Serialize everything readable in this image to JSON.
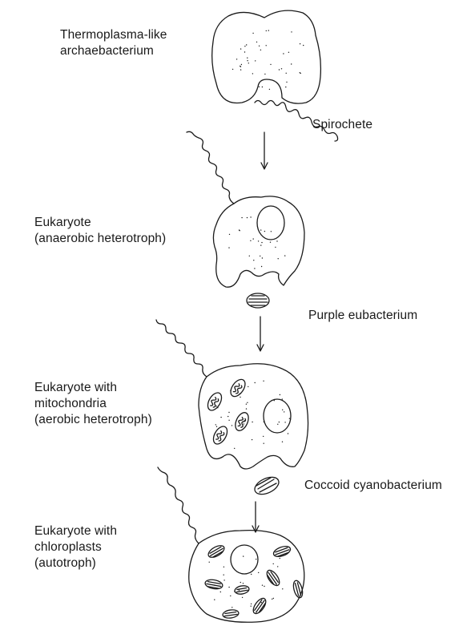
{
  "labels": {
    "archaebacterium": [
      "Thermoplasma-like",
      "archaebacterium"
    ],
    "spirochete": "Spirochete",
    "eukaryote_anaerobic": [
      "Eukaryote",
      "(anaerobic heterotroph)"
    ],
    "purple_eubacterium": "Purple eubacterium",
    "eukaryote_mitochondria": [
      "Eukaryote with",
      "mitochondria",
      "(aerobic heterotroph)"
    ],
    "coccoid_cyanobacterium": "Coccoid cyanobacterium",
    "eukaryote_chloroplasts": [
      "Eukaryote with",
      "chloroplasts",
      "(autotroph)"
    ]
  },
  "stages": [
    "archaebacterium-and-spirochete",
    "anaerobic-eukaryote",
    "aerobic-eukaryote",
    "photosynthetic-eukaryote"
  ],
  "colors": {
    "ink": "#1a1a1a",
    "background": "#ffffff"
  }
}
